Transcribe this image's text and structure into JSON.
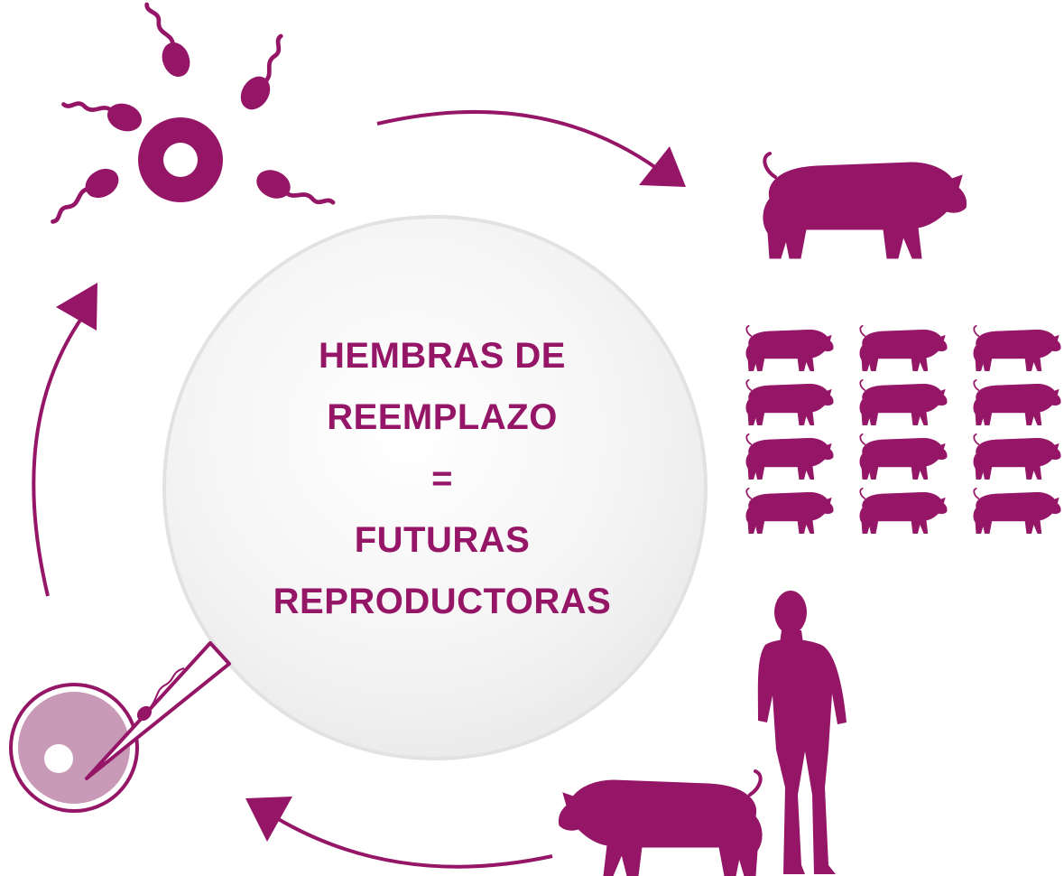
{
  "colors": {
    "primary": "#951567",
    "light": "#c999b8",
    "disc_fill": "#f3f3f4",
    "disc_edge": "#e2e2e3"
  },
  "center": {
    "lines": [
      "HEMBRAS DE",
      "REEMPLAZO",
      "=",
      "FUTURAS",
      "REPRODUCTORAS"
    ]
  },
  "icons": {
    "fertilization": "egg-with-sperm-icon",
    "single_pig": "pig-icon",
    "pig_group": "pig-herd-icon",
    "man_and_pig": "man-with-pig-icon",
    "injection": "sperm-injection-egg-icon"
  },
  "herd": {
    "rows": 4,
    "cols": 3
  }
}
